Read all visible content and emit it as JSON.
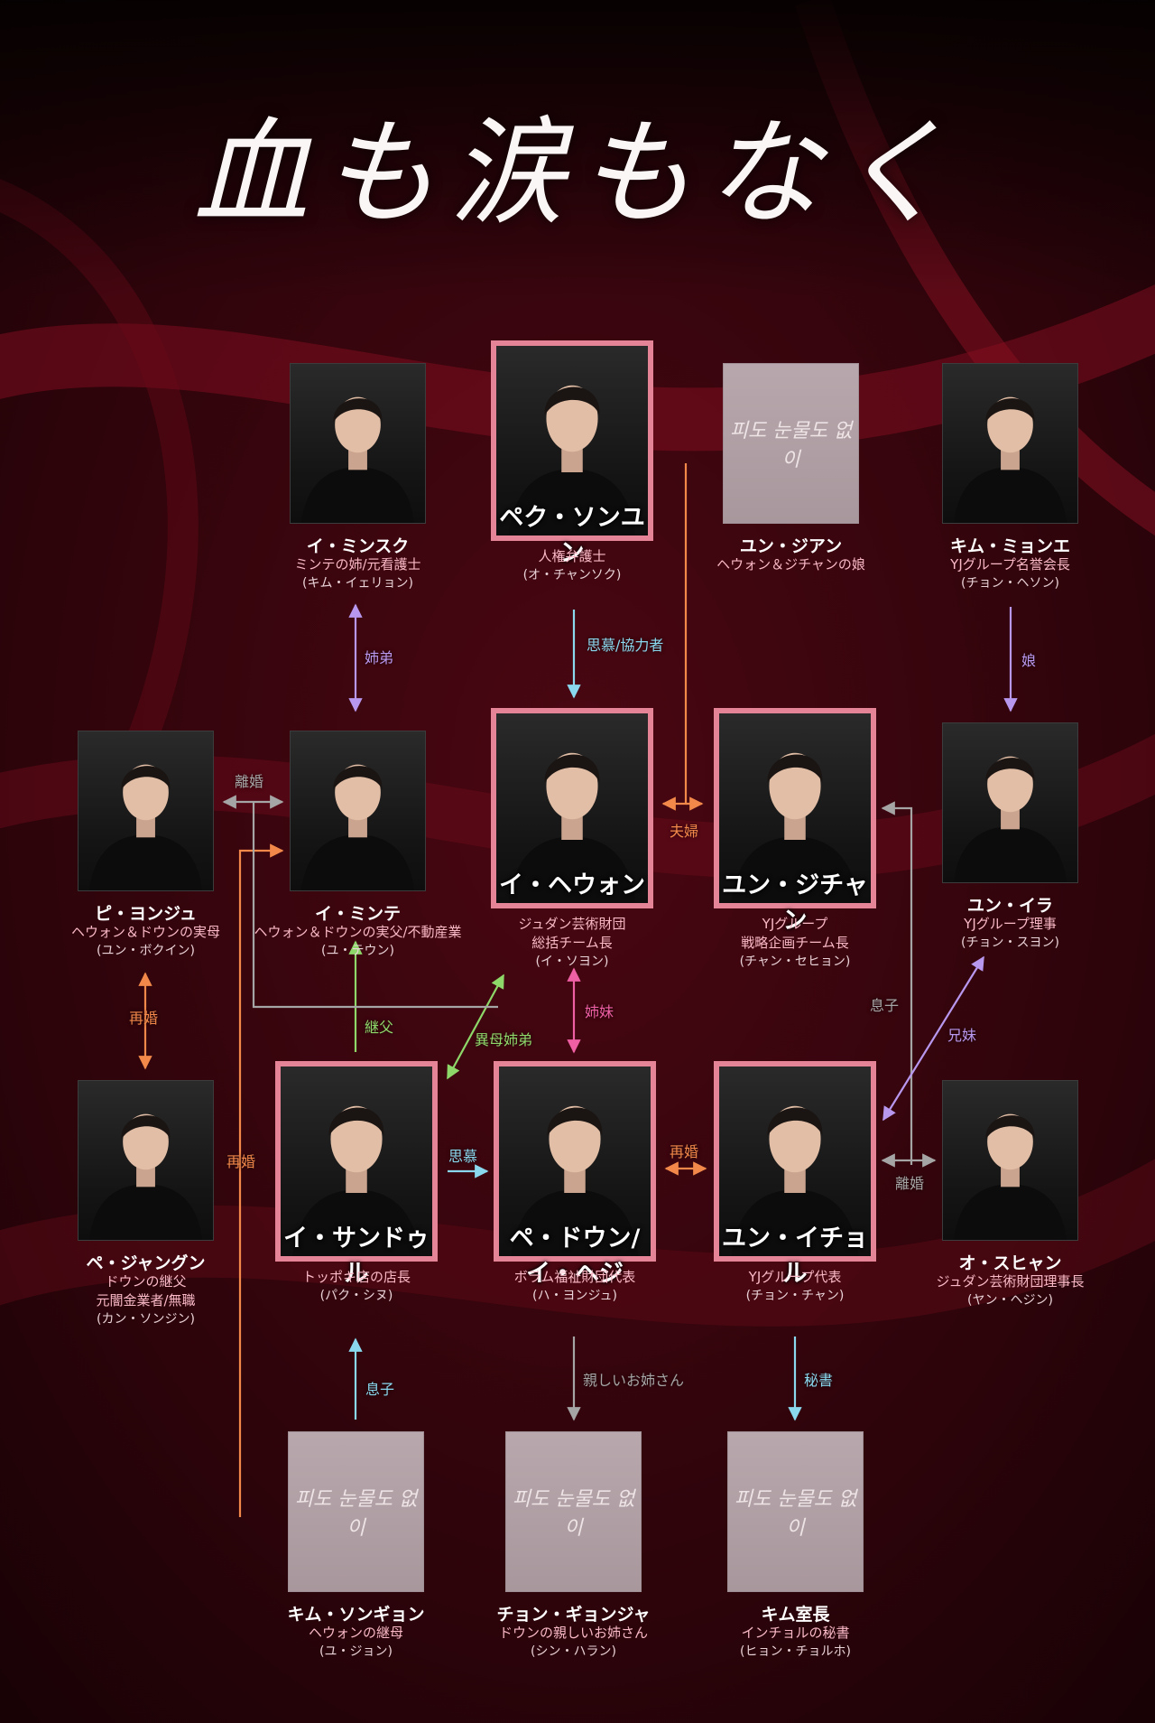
{
  "title": "血も涙もなく",
  "colors": {
    "frame": "#e58497",
    "cyan": "#8ad8ee",
    "purple": "#b898ee",
    "orange": "#f2894a",
    "green": "#8ed86a",
    "pink": "#ee5fa3",
    "gray": "#a5a5a5",
    "role_text": "#f9b9c6",
    "actor_text": "#ead3d8"
  },
  "placeholder_logo": "피도 눈물도 없이",
  "characters": [
    {
      "id": "min-suk",
      "name": "イ・ミンスク",
      "lines": [
        "ミンテの姉/元看護士"
      ],
      "actor": "(キム・イェリョン)"
    },
    {
      "id": "sung-yun",
      "name": "ペク・ソンユン",
      "lines": [
        "人権弁護士"
      ],
      "actor": "(オ・チャンソク)"
    },
    {
      "id": "ji-an",
      "name": "ユン・ジアン",
      "lines": [
        "ヘウォン＆ジチャンの娘"
      ],
      "actor": ""
    },
    {
      "id": "myong-ae",
      "name": "キム・ミョンエ",
      "lines": [
        "YJグループ名誉会長"
      ],
      "actor": "(チョン・ヘソン)"
    },
    {
      "id": "yong-ju",
      "name": "ピ・ヨンジュ",
      "lines": [
        "ヘウォン＆ドウンの実母"
      ],
      "actor": "(ユン・ボクイン)"
    },
    {
      "id": "min-te",
      "name": "イ・ミンテ",
      "lines": [
        "ヘウォン＆ドウンの実父/不動産業"
      ],
      "actor": "(ユ・テウン)"
    },
    {
      "id": "he-won",
      "name": "イ・ヘウォン",
      "lines": [
        "ジュダン芸術財団",
        "総括チーム長"
      ],
      "actor": "(イ・ソヨン)"
    },
    {
      "id": "ji-chan",
      "name": "ユン・ジチャン",
      "lines": [
        "YJグループ",
        "戦略企画チーム長"
      ],
      "actor": "(チャン・セヒョン)"
    },
    {
      "id": "i-ra",
      "name": "ユン・イラ",
      "lines": [
        "YJグループ理事"
      ],
      "actor": "(チョン・スヨン)"
    },
    {
      "id": "jang-gun",
      "name": "ペ・ジャングン",
      "lines": [
        "ドウンの継父",
        "元闇金業者/無職"
      ],
      "actor": "(カン・ソンジン)"
    },
    {
      "id": "san-dul",
      "name": "イ・サンドゥル",
      "lines": [
        "トッポキ店の店長"
      ],
      "actor": "(パク・シヌ)"
    },
    {
      "id": "do-un",
      "name": "ペ・ドウン/イ・ヘジ",
      "lines": [
        "ボラム福祉財団代表"
      ],
      "actor": "(ハ・ヨンジュ)"
    },
    {
      "id": "i-chol",
      "name": "ユン・イチョル",
      "lines": [
        "YJグループ代表"
      ],
      "actor": "(チョン・チャン)"
    },
    {
      "id": "su-hyan",
      "name": "オ・スヒャン",
      "lines": [
        "ジュダン芸術財団理事長"
      ],
      "actor": "(ヤン・ヘジン)"
    },
    {
      "id": "son-gyon",
      "name": "キム・ソンギョン",
      "lines": [
        "ヘウォンの継母"
      ],
      "actor": "(ユ・ジョン)"
    },
    {
      "id": "gyon-ja",
      "name": "チョン・ギョンジャ",
      "lines": [
        "ドウンの親しいお姉さん"
      ],
      "actor": "(シン・ハラン)"
    },
    {
      "id": "kim-shitsucho",
      "name": "キム室長",
      "lines": [
        "インチョルの秘書"
      ],
      "actor": "(ヒョン・チョルホ)"
    }
  ],
  "relations": [
    {
      "id": "shitei",
      "label": "姉弟",
      "color": "purple"
    },
    {
      "id": "shibo",
      "label": "思慕/協力者",
      "color": "cyan"
    },
    {
      "id": "fufu",
      "label": "夫婦",
      "color": "orange"
    },
    {
      "id": "musume",
      "label": "娘",
      "color": "purple"
    },
    {
      "id": "rikon1",
      "label": "離婚",
      "color": "gray"
    },
    {
      "id": "saikon1",
      "label": "再婚",
      "color": "orange"
    },
    {
      "id": "keifu",
      "label": "継父",
      "color": "green"
    },
    {
      "id": "imobo",
      "label": "異母姉弟",
      "color": "green"
    },
    {
      "id": "shimai",
      "label": "姉妹",
      "color": "pink"
    },
    {
      "id": "musuko1",
      "label": "息子",
      "color": "gray"
    },
    {
      "id": "kyomai",
      "label": "兄妹",
      "color": "purple"
    },
    {
      "id": "saikon2",
      "label": "再婚",
      "color": "orange"
    },
    {
      "id": "shibo2",
      "label": "思慕",
      "color": "cyan"
    },
    {
      "id": "saikon3",
      "label": "再婚",
      "color": "orange"
    },
    {
      "id": "rikon2",
      "label": "離婚",
      "color": "gray"
    },
    {
      "id": "musuko2",
      "label": "息子",
      "color": "cyan"
    },
    {
      "id": "oneesan",
      "label": "親しいお姉さん",
      "color": "gray"
    },
    {
      "id": "hisho",
      "label": "秘書",
      "color": "cyan"
    }
  ]
}
